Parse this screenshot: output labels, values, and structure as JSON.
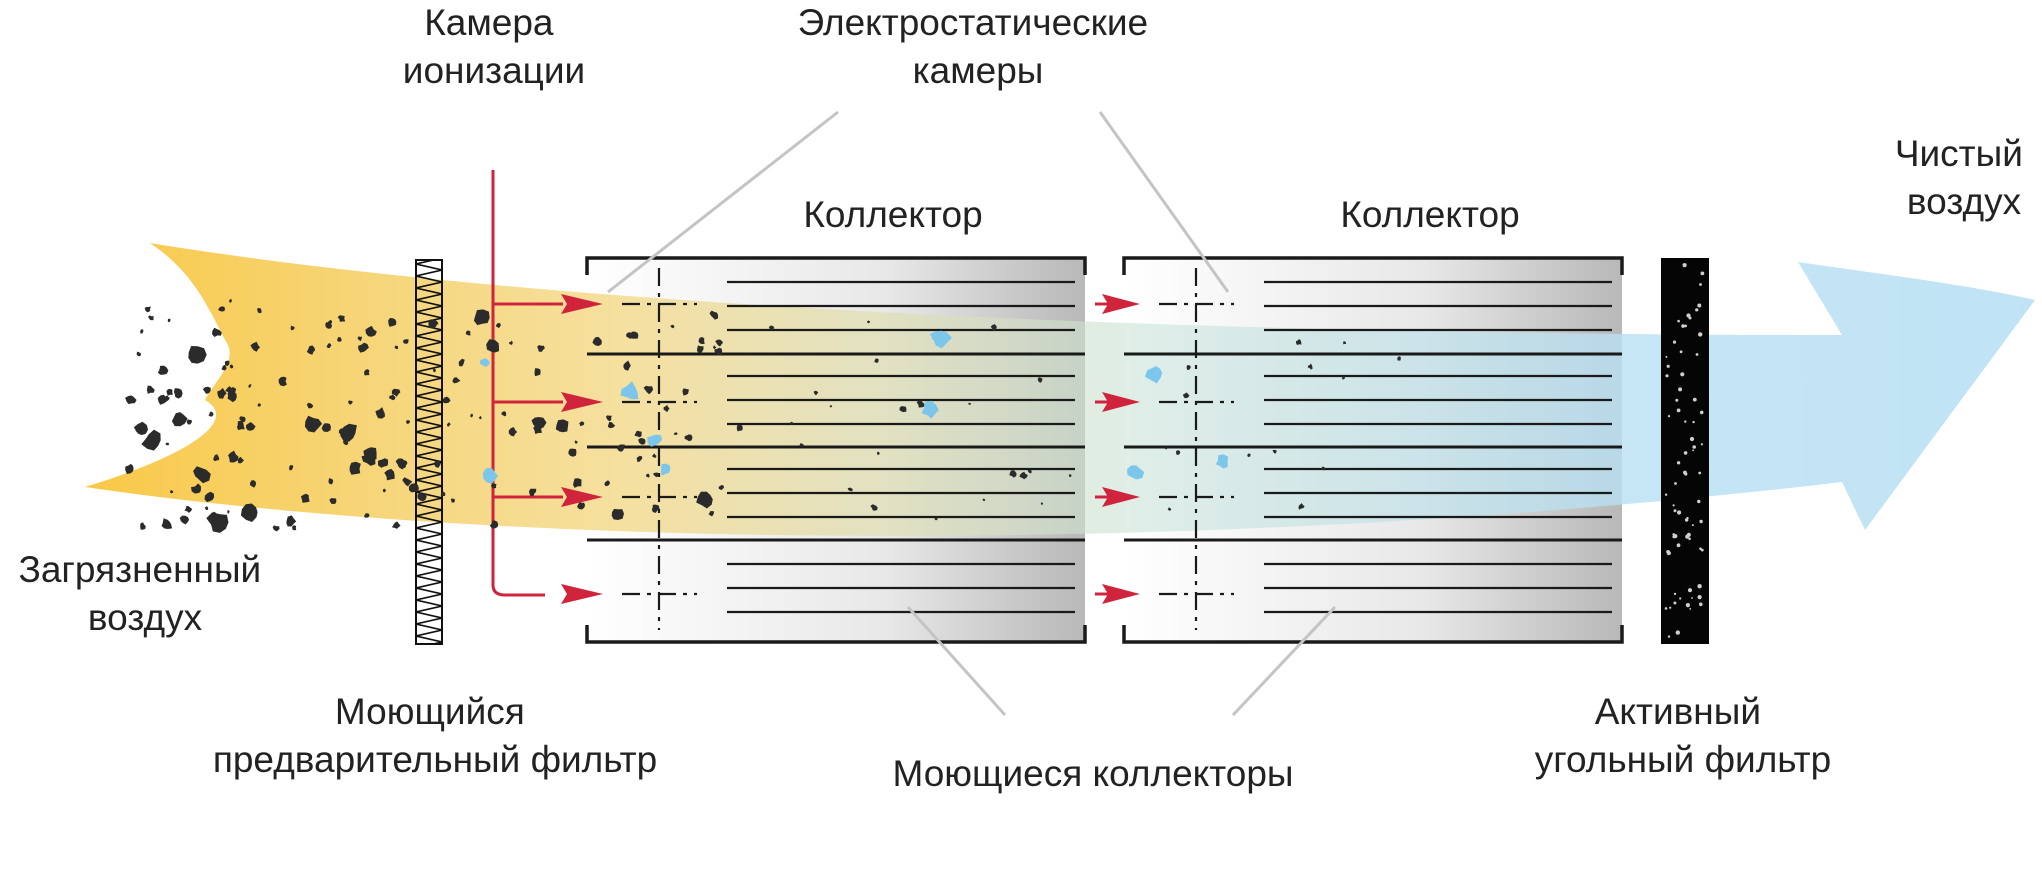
{
  "labels": {
    "ionization_chamber": [
      "Камера",
      "ионизации"
    ],
    "electrostatic_chambers": [
      "Электростатические",
      "камеры"
    ],
    "collector_1": "Коллектор",
    "collector_2": "Коллектор",
    "clean_air": [
      "Чистый",
      "воздух"
    ],
    "dirty_air": [
      "Загрязненный",
      "воздух"
    ],
    "prefilter": [
      "Моющийся",
      "предварительный фильтр"
    ],
    "washable_collectors": "Моющиеся коллекторы",
    "carbon_filter": [
      "Активный",
      "угольный фильтр"
    ]
  },
  "colors": {
    "dirty_air": "#f7c948",
    "clean_air": "#bfe3f5",
    "arrow": "#d0243c",
    "line": "#1a1a1a",
    "pointer": "#c4c4c4",
    "particle": "#2b2b2b",
    "particle_light": "#7cc6ec"
  }
}
